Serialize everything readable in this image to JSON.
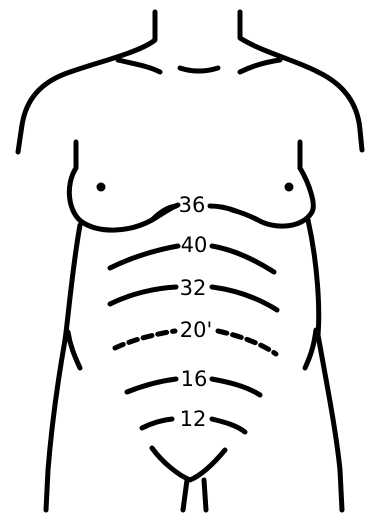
{
  "diagram": {
    "line_color": "#000000",
    "background_color": "#ffffff",
    "labels": {
      "l36": "36",
      "l40": "40",
      "l32": "32",
      "l20": "20'",
      "l16": "16",
      "l12": "12"
    }
  }
}
